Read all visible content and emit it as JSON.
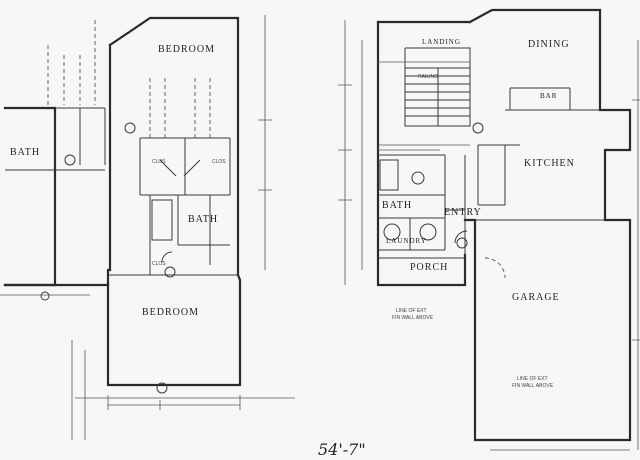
{
  "rooms": {
    "upper_bedroom": "BEDROOM",
    "lower_bedroom": "BEDROOM",
    "bath_left": "BATH",
    "bath_mid": "BATH",
    "dining": "DINING",
    "kitchen": "KITCHEN",
    "bath_right": "BATH",
    "entry": "ENTRY",
    "laundry": "LAUNDRY",
    "porch": "PORCH",
    "garage": "GARAGE",
    "bar": "BAR",
    "landing": "LANDING"
  },
  "labels": {
    "clos_a": "CLOS",
    "clos_b": "CLOS",
    "clos_c": "CLOS",
    "line_of_ext_garage": "LINE OF EXT",
    "wall_above_garage": "FIN WALL ABOVE",
    "line_of_ext_porch": "LINE OF EXT",
    "wall_above_porch": "FIN WALL ABOVE",
    "railing": "RAILING",
    "handwritten": "54'-7\""
  }
}
